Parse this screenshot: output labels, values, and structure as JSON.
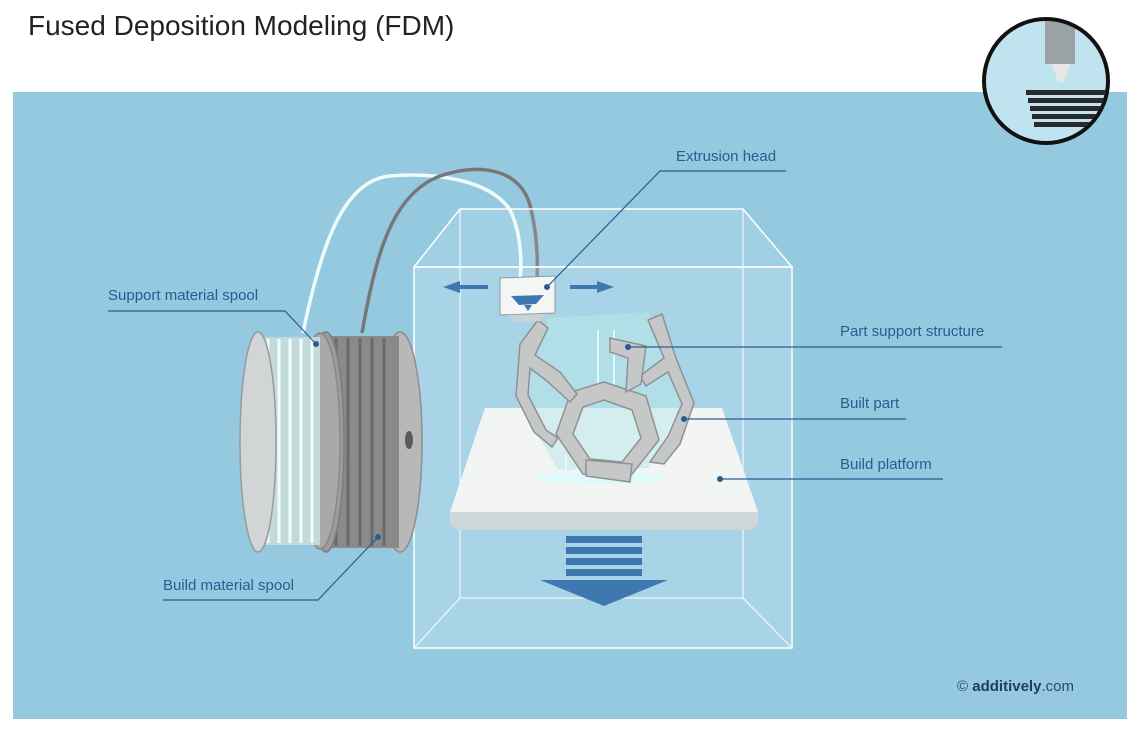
{
  "title": "Fused Deposition Modeling (FDM)",
  "labels": {
    "extrusion_head": "Extrusion head",
    "support_spool": "Support material spool",
    "part_support": "Part support structure",
    "built_part": "Built part",
    "build_platform": "Build platform",
    "build_spool": "Build material spool"
  },
  "credit": {
    "copyright": "©",
    "brand": "additively",
    "suffix": ".com"
  },
  "colors": {
    "panel_background": "#94c9e0",
    "label_text": "#2a5d8f",
    "arrow": "#3f78b0",
    "support_filament": "#eefbfb",
    "build_filament": "#7d7d7d"
  },
  "icons": [
    "movement-arrow-left-icon",
    "movement-arrow-right-icon",
    "down-arrow-icon",
    "nozzle-badge-icon"
  ]
}
